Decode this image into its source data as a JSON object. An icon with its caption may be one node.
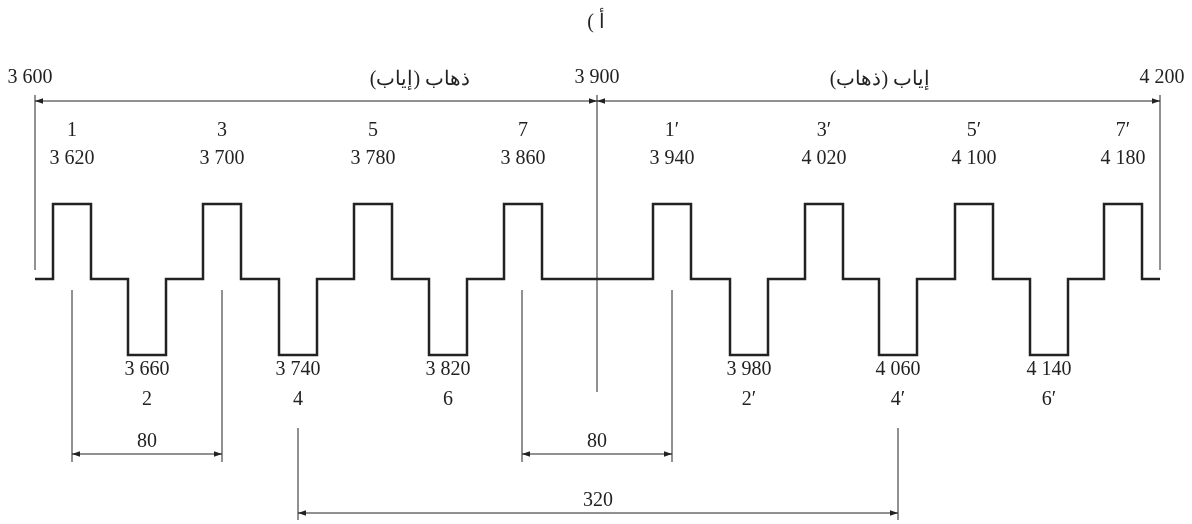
{
  "diagram": {
    "labels": [
      "أ )",
      "3 600",
      "ذهاب (إياب)",
      "3 900",
      "إياب (ذهاب)",
      "4 200",
      "1",
      "3",
      "5",
      "7",
      "1′",
      "3′",
      "5′",
      "7′",
      "3 620",
      "3 700",
      "3 780",
      "3 860",
      "3 940",
      "4 020",
      "4 100",
      "4 180",
      "3 660",
      "3 740",
      "3 820",
      "3 980",
      "4 060",
      "4 140",
      "2",
      "4",
      "6",
      "2′",
      "4′",
      "6′",
      "80",
      "80",
      "320"
    ]
  }
}
